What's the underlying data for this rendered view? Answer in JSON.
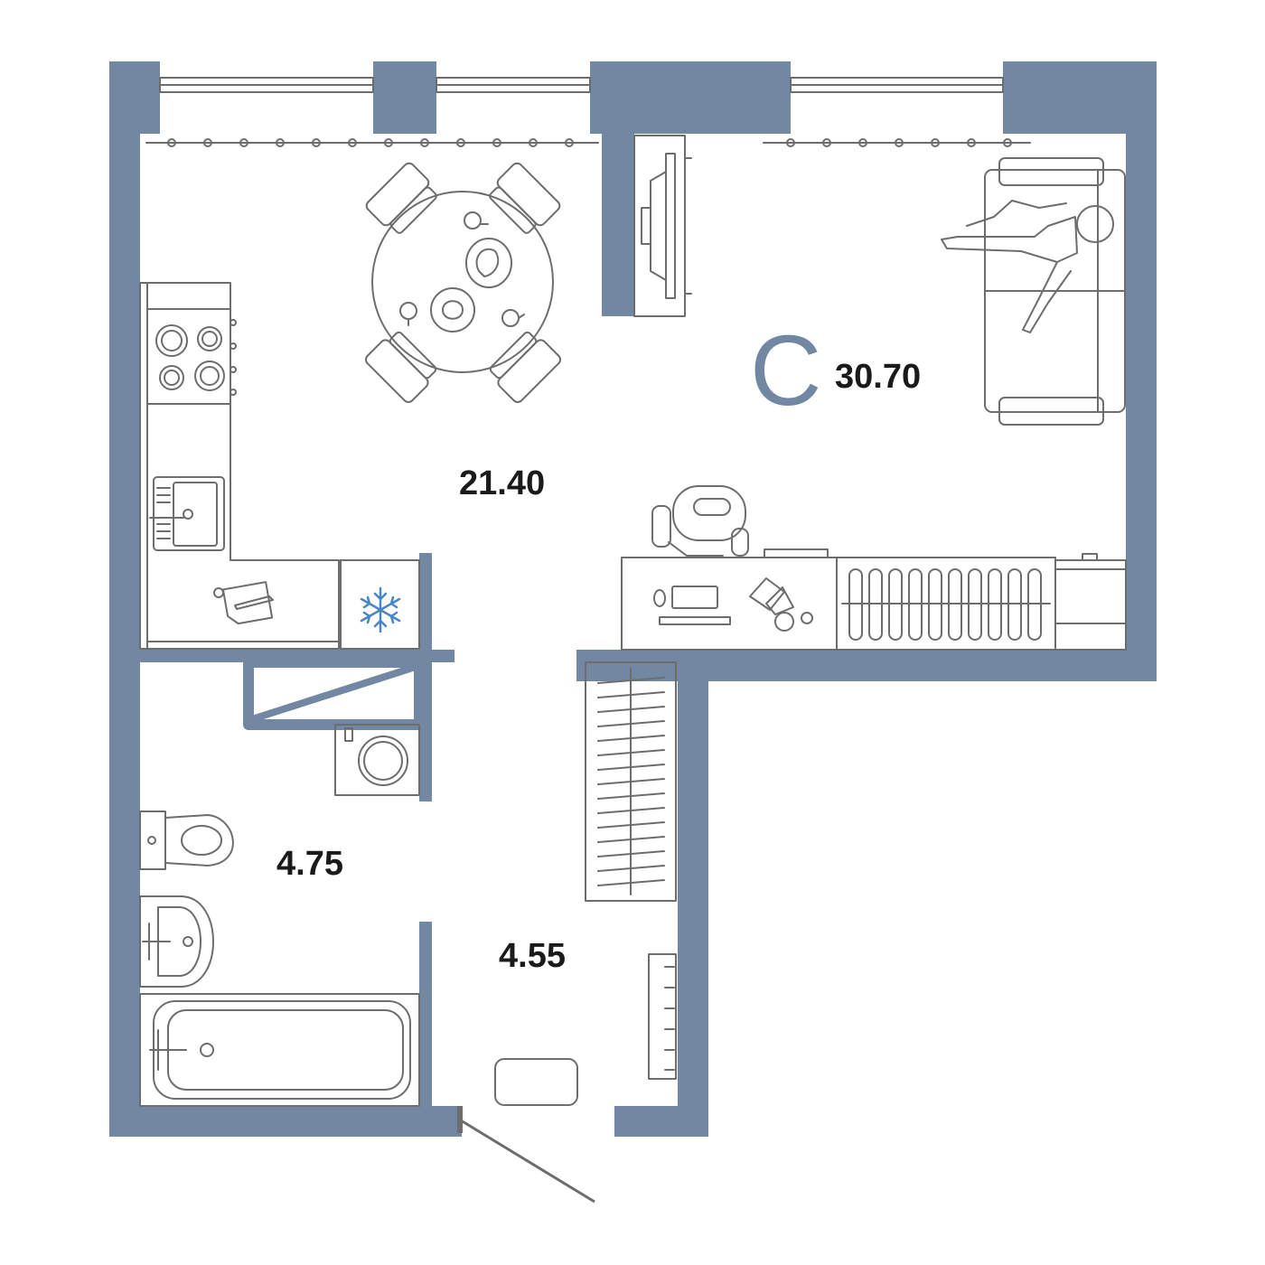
{
  "plan": {
    "wall_color": "#7187a2",
    "furniture_color": "#6d6d6d",
    "snowflake_color": "#4a86c5",
    "apartment_type": "С",
    "rooms": [
      {
        "id": "living-room",
        "area": "30.70"
      },
      {
        "id": "kitchen",
        "area": "21.40"
      },
      {
        "id": "bathroom",
        "area": "4.75"
      },
      {
        "id": "hallway",
        "area": "4.55"
      }
    ],
    "icons": [
      "dining-table-icon",
      "chair-icon",
      "cup-icon",
      "plate-icon",
      "tv-stand-icon",
      "sofa-icon",
      "person-icon",
      "office-chair-icon",
      "computer-icon",
      "stove-icon",
      "sink-icon",
      "cutting-board-icon",
      "snowflake-icon",
      "washing-machine-icon",
      "toilet-icon",
      "washbasin-icon",
      "bathtub-icon",
      "wardrobe-icon",
      "shoe-rack-icon",
      "doormat-icon",
      "door-icon",
      "window-icon",
      "radiator-icon"
    ]
  }
}
